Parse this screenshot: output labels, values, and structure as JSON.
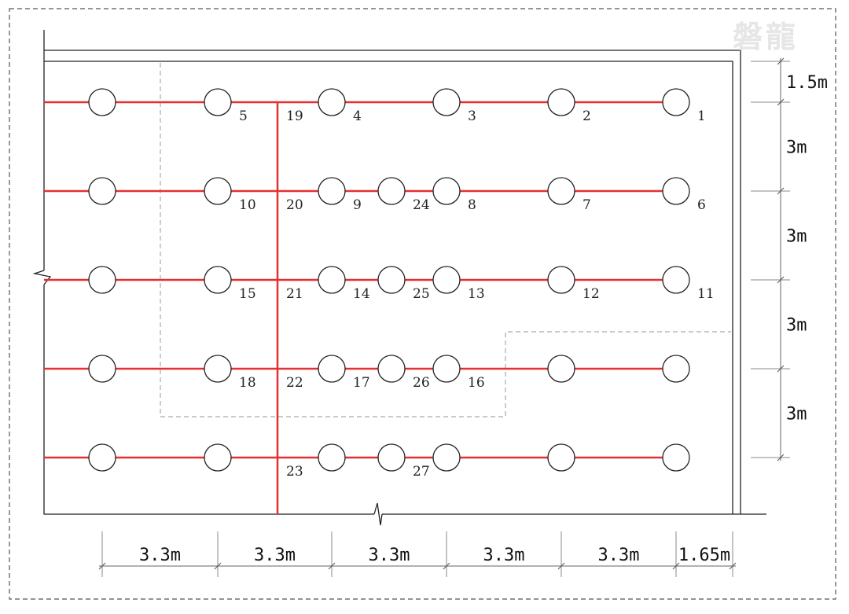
{
  "watermark": "磐龍",
  "colors": {
    "pipe": "#e53030",
    "line": "#222222",
    "dashed": "#aaaaaa",
    "frame": "#555555"
  },
  "rows": [
    {
      "labels": [
        "",
        "5",
        "19",
        "4",
        "",
        "3",
        "2",
        "1"
      ]
    },
    {
      "labels": [
        "",
        "10",
        "20",
        "9",
        "24",
        "8",
        "7",
        "6"
      ]
    },
    {
      "labels": [
        "",
        "15",
        "21",
        "14",
        "25",
        "13",
        "12",
        "11"
      ]
    },
    {
      "labels": [
        "",
        "18",
        "22",
        "17",
        "26",
        "16",
        "",
        ""
      ]
    },
    {
      "labels": [
        "",
        "",
        "23",
        "",
        "27",
        "",
        "",
        ""
      ]
    }
  ],
  "bottom_dimensions": [
    "3.3m",
    "3.3m",
    "3.3m",
    "3.3m",
    "3.3m",
    "1.65m"
  ],
  "right_dimensions": [
    "1.5m",
    "3m",
    "3m",
    "3m",
    "3m"
  ]
}
